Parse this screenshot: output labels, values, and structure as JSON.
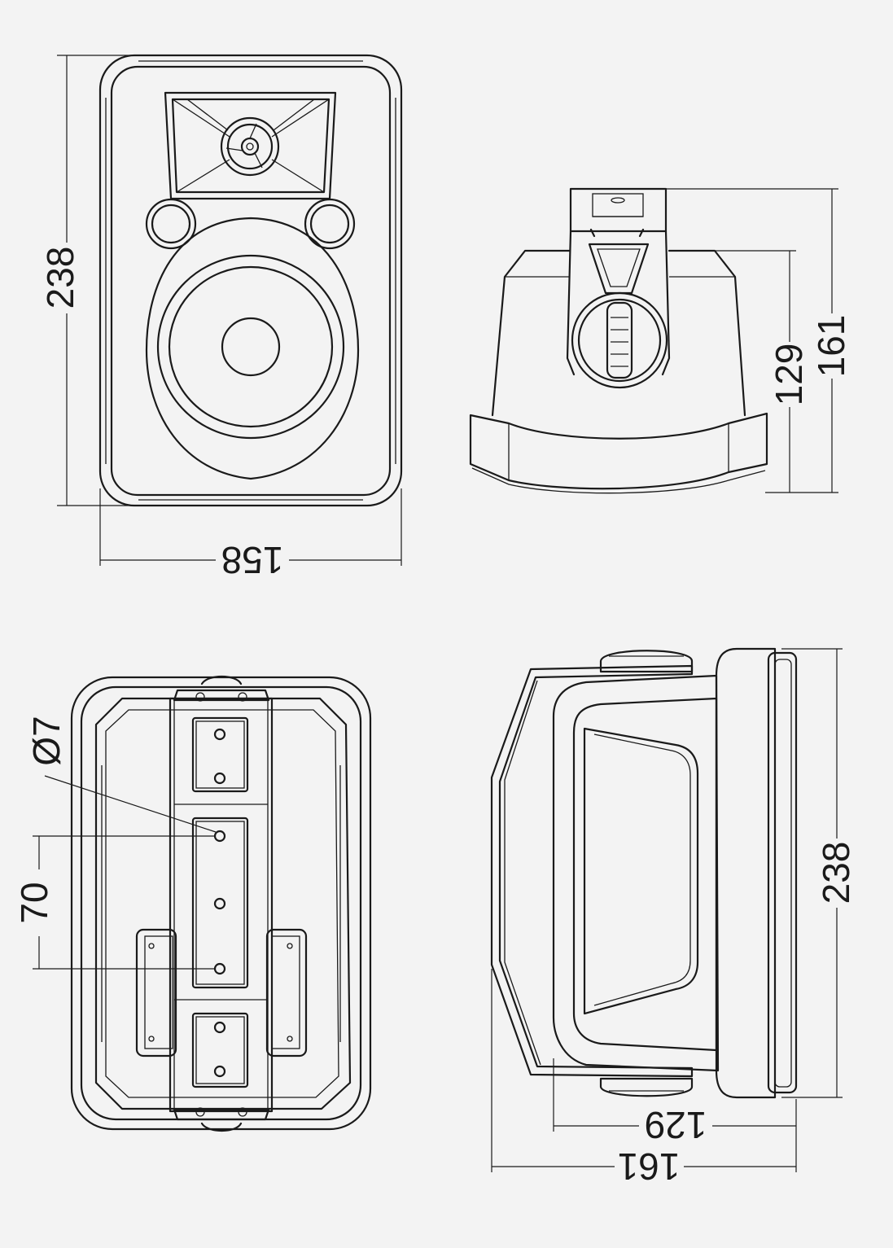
{
  "views": {
    "front": {
      "height_label": "238",
      "width_label": "158"
    },
    "top": {
      "depth_inner_label": "129",
      "depth_outer_label": "161"
    },
    "rear": {
      "hole_diameter_label": "Ø7",
      "hole_spacing_label": "70"
    },
    "side": {
      "height_label": "238",
      "depth_inner_label": "129",
      "depth_outer_label": "161"
    }
  },
  "colors": {
    "background": "#f3f3f3",
    "line": "#1a1a1a"
  }
}
